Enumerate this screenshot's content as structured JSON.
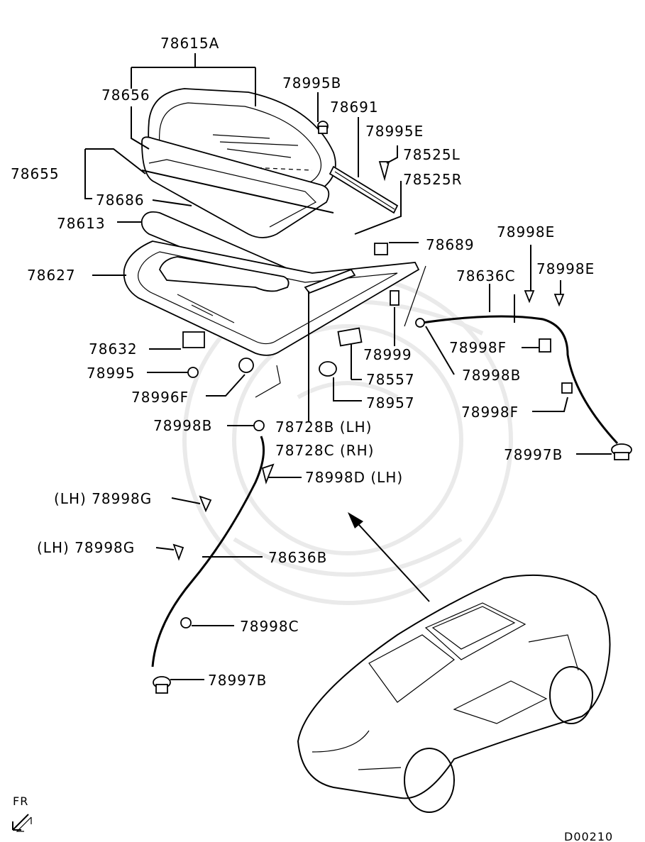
{
  "diagram_code": "D00210",
  "direction_label": "FR",
  "parts": {
    "p78615A": "78615A",
    "p78656": "78656",
    "p78995B": "78995B",
    "p78691": "78691",
    "p78995E": "78995E",
    "p78525L": "78525L",
    "p78525R": "78525R",
    "p78655": "78655",
    "p78686": "78686",
    "p78613": "78613",
    "p78627": "78627",
    "p78689": "78689",
    "p78998E_1": "78998E",
    "p78998E_2": "78998E",
    "p78636C": "78636C",
    "p78632": "78632",
    "p78995": "78995",
    "p78996F": "78996F",
    "p78999": "78999",
    "p78557": "78557",
    "p78957": "78957",
    "p78998F_1": "78998F",
    "p78998F_2": "78998F",
    "p78998B_1": "78998B",
    "p78998B_2": "78998B",
    "p78728B": "78728B (LH)",
    "p78728C": "78728C (RH)",
    "p78998D": "78998D (LH)",
    "p78998G_1": "(LH) 78998G",
    "p78998G_2": "(LH) 78998G",
    "p78636B": "78636B",
    "p78998C": "78998C",
    "p78997B_1": "78997B",
    "p78997B_2": "78997B"
  }
}
